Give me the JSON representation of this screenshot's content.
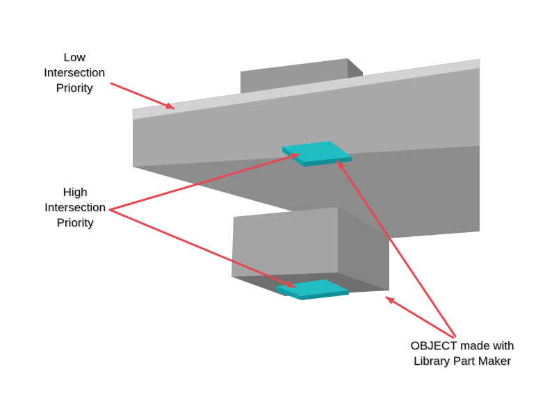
{
  "labels": {
    "low_priority": [
      "Low",
      "Intersection",
      "Priority"
    ],
    "high_priority": [
      "High",
      "Intersection",
      "Priority"
    ],
    "object": [
      "OBJECT made with",
      "Library Part Maker"
    ]
  },
  "colors": {
    "slab_front": "#a8a8a8",
    "slab_bottom": "#909090",
    "slab_top_strip": "#d2d2d2",
    "block_front": "#a2a2a2",
    "block_side": "#848484",
    "block_bottom": "#6e6e6e",
    "pad_top": "#1fbcc4",
    "pad_side": "#0f9aa2",
    "arrow": "#e8474f",
    "text": "#111111"
  }
}
